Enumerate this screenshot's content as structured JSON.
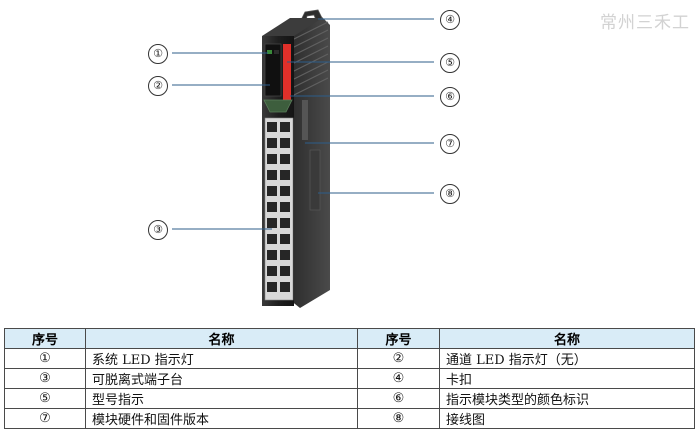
{
  "watermark": "常州三禾工",
  "callouts": [
    "①",
    "②",
    "③",
    "④",
    "⑤",
    "⑥",
    "⑦",
    "⑧"
  ],
  "table": {
    "headers": [
      "序号",
      "名称",
      "序号",
      "名称"
    ],
    "rows": [
      [
        {
          "num": "①",
          "name": "系统 LED 指示灯"
        },
        {
          "num": "②",
          "name": "通道 LED 指示灯（无）"
        }
      ],
      [
        {
          "num": "③",
          "name": "可脱离式端子台"
        },
        {
          "num": "④",
          "name": "卡扣"
        }
      ],
      [
        {
          "num": "⑤",
          "name": "型号指示"
        },
        {
          "num": "⑥",
          "name": "指示模块类型的颜色标识"
        }
      ],
      [
        {
          "num": "⑦",
          "name": "模块硬件和固件版本"
        },
        {
          "num": "⑧",
          "name": "接线图"
        }
      ]
    ]
  },
  "colors": {
    "header_bg": "#d9ecf7",
    "module_body": "#2a2a2a",
    "type_color_strip": "#e0302a"
  }
}
